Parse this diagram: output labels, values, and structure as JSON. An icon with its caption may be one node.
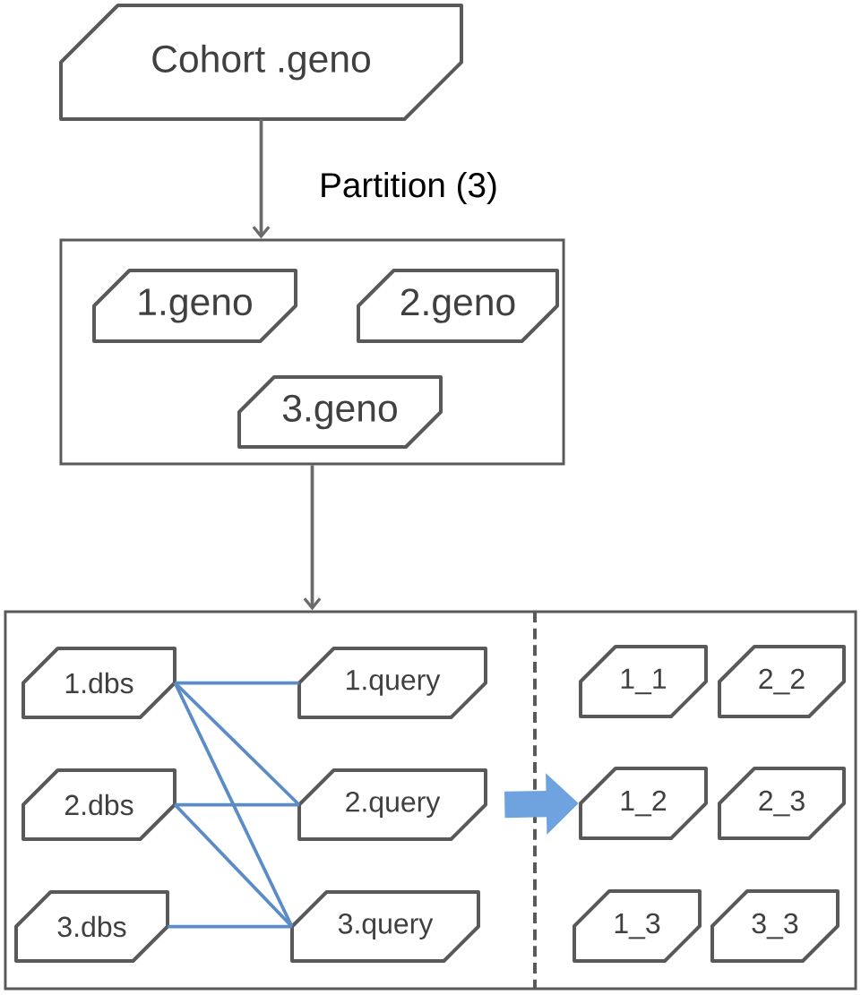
{
  "diagram": {
    "nodes": [
      {
        "text": [
          "Cohort .geno"
        ]
      },
      {
        "text": [],
        "shape": "box"
      },
      {
        "text": [
          "1.geno"
        ],
        "in": 1
      },
      {
        "text": [
          "2.geno"
        ],
        "in": 1
      },
      {
        "text": [
          "3.geno"
        ],
        "in": 1
      },
      {
        "text": [],
        "shape": "box"
      },
      {
        "text": [
          "1.dbs"
        ],
        "in": 5
      },
      {
        "text": [
          "1.query"
        ],
        "in": 5
      },
      {
        "text": [
          "2.dbs"
        ],
        "in": 5
      },
      {
        "text": [
          "2.query"
        ],
        "in": 5
      },
      {
        "text": [
          "3.dbs"
        ],
        "in": 5
      },
      {
        "text": [
          "3.query"
        ],
        "in": 5
      },
      {
        "text": [
          "1_1"
        ],
        "in": 5
      },
      {
        "text": [
          "2_2"
        ],
        "in": 5
      },
      {
        "text": [
          "1_2"
        ],
        "in": 5
      },
      {
        "text": [
          "2_3"
        ],
        "in": 5
      },
      {
        "text": [
          "1_3"
        ],
        "in": 5
      },
      {
        "text": [
          "3_3"
        ],
        "in": 5
      }
    ],
    "edges": [
      {
        "from": 0,
        "to": 1,
        "arrow": "to",
        "label": "Partition (3)",
        "color": "#6b6b6b"
      },
      {
        "from": 1,
        "to": 5,
        "arrow": "to",
        "color": "#6b6b6b"
      },
      {
        "from": 6,
        "to": 7,
        "arrow": "none"
      },
      {
        "from": 6,
        "to": 9,
        "arrow": "none"
      },
      {
        "from": 6,
        "to": 11,
        "arrow": "none"
      },
      {
        "from": 8,
        "to": 9,
        "arrow": "none"
      },
      {
        "from": 8,
        "to": 11,
        "arrow": "none"
      },
      {
        "from": 10,
        "to": 11,
        "arrow": "none"
      },
      {
        "from": 9,
        "to": 14,
        "arrow": "to",
        "style": "thick",
        "color": "#6fa3e0"
      }
    ]
  }
}
